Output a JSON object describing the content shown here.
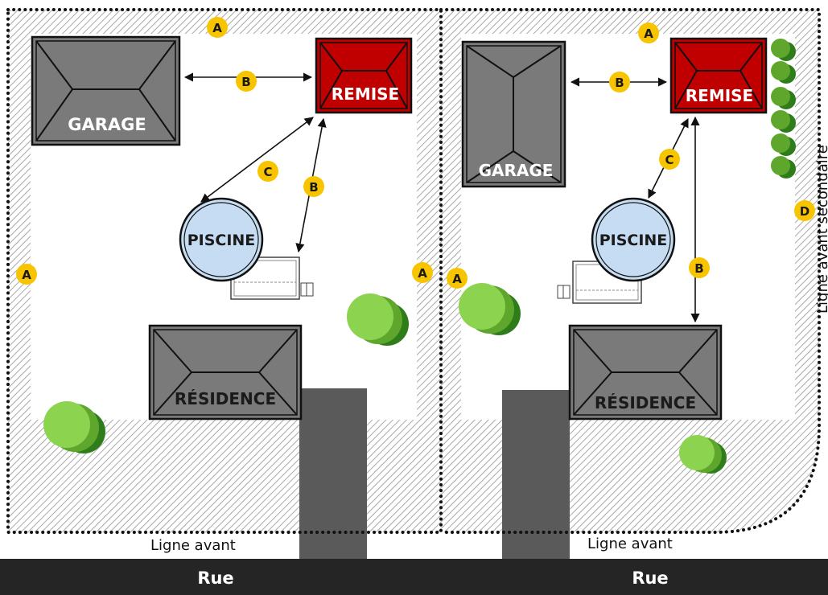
{
  "street": {
    "left_label": "Rue",
    "right_label": "Rue"
  },
  "lot_lines": {
    "front_left": "Ligne avant",
    "front_right": "Ligne avant",
    "secondary_front": "Ligne avant secondaire"
  },
  "buildings": {
    "garage": "GARAGE",
    "shed": "REMISE",
    "pool": "PISCINE",
    "residence": "RÉSIDENCE"
  },
  "badges": {
    "a": "A",
    "b": "B",
    "c": "C",
    "d": "D"
  },
  "colors": {
    "roof": "#7a7a7a",
    "shed": "#c00000",
    "pool": "#c6dcf2",
    "badge": "#f8c400",
    "tree_light": "#8cd34f",
    "tree_dark": "#2e7d1a",
    "driveway": "#5a5a5a",
    "street": "#252525"
  }
}
